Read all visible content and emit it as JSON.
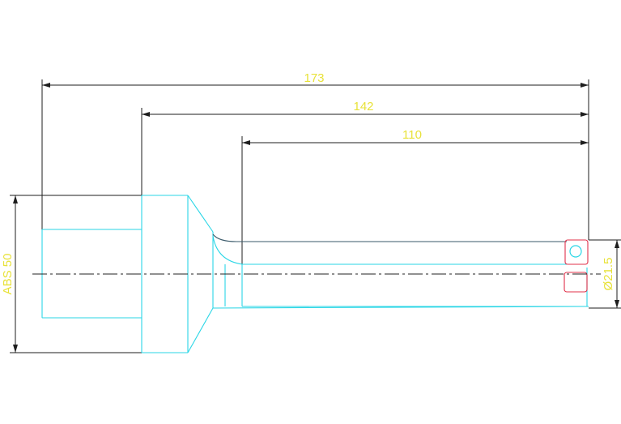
{
  "dimensions": {
    "overall_length": "173",
    "shank_length": "142",
    "body_length": "110",
    "shank_diameter": "ABS 50",
    "cutting_diameter": "Ø21.5"
  },
  "colors": {
    "part_outline": "#2ad6e6",
    "dimension_text": "#e8e23a",
    "dimension_lines": "#1e1e1e",
    "insert": "#e0304a"
  }
}
